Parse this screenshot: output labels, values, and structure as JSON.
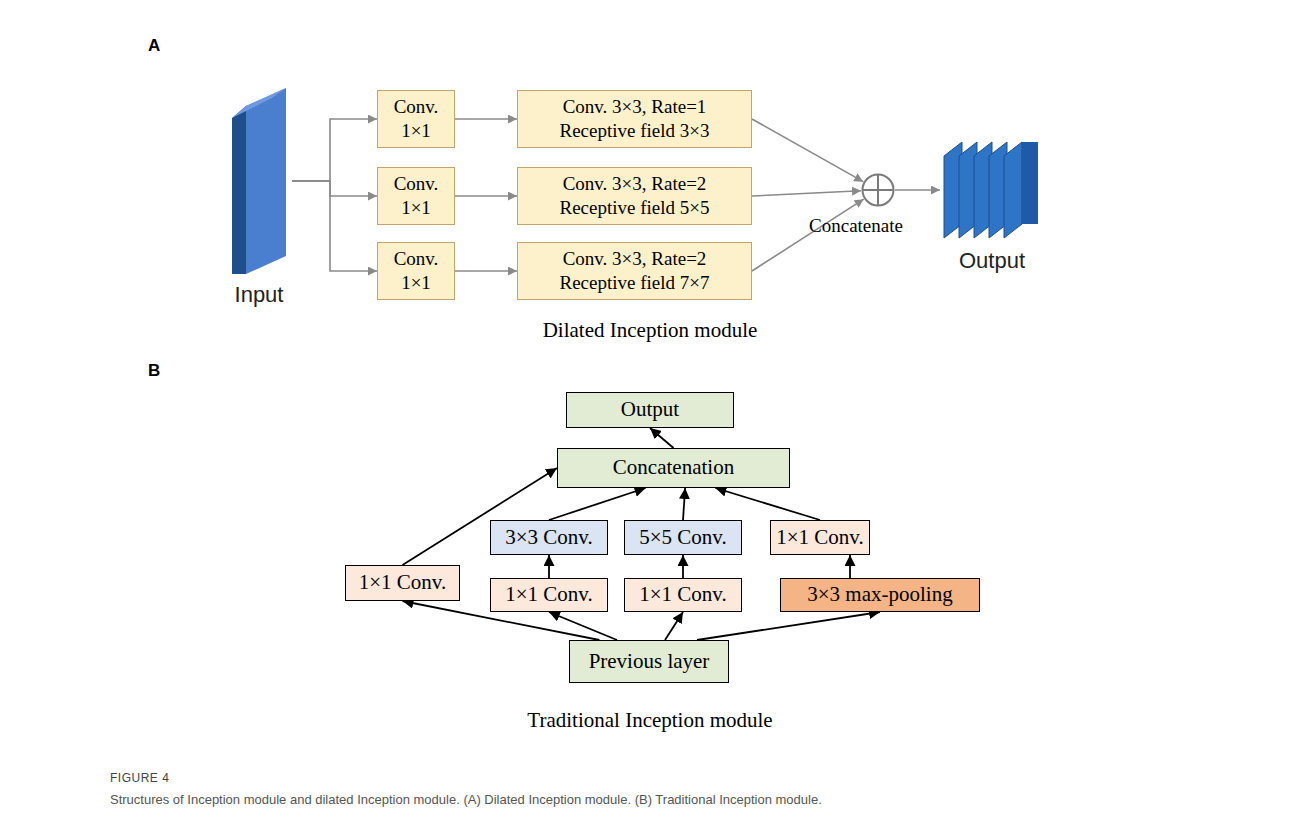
{
  "diagram": {
    "caption": "Structures of Inception module and dilated Inception module. (A) Dilated Inception module. (B) Traditional Inception module.",
    "nodes": [
      {
        "text": [
          "Input"
        ]
      },
      {
        "text": [
          "Conv. 1×1"
        ]
      },
      {
        "text": [
          "Conv. 3×3, Rate=1 Receptive field 3×3"
        ]
      },
      {
        "text": [
          "Conv. 1×1"
        ]
      },
      {
        "text": [
          "Conv. 3×3, Rate=2 Receptive field 5×5"
        ]
      },
      {
        "text": [
          "Conv. 1×1"
        ]
      },
      {
        "text": [
          "Conv. 3×3, Rate=2 Receptive field 7×7"
        ]
      },
      {
        "text": [
          "Concatenate"
        ]
      },
      {
        "text": [
          "Output"
        ]
      },
      {
        "text": [
          "Output"
        ]
      },
      {
        "text": [
          "Concatenation"
        ]
      },
      {
        "text": [
          "1×1 Conv."
        ]
      },
      {
        "text": [
          "3×3 Conv."
        ]
      },
      {
        "text": [
          "5×5 Conv."
        ]
      },
      {
        "text": [
          "1×1 Conv."
        ]
      },
      {
        "text": [
          "1×1 Conv."
        ]
      },
      {
        "text": [
          "1×1 Conv."
        ]
      },
      {
        "text": [
          "3×3 max-pooling"
        ]
      },
      {
        "text": [
          "Previous layer"
        ]
      }
    ],
    "edges": [
      {
        "from": 0,
        "to": 1,
        "arrow": "to"
      },
      {
        "from": 0,
        "to": 3,
        "arrow": "to"
      },
      {
        "from": 0,
        "to": 5,
        "arrow": "to"
      },
      {
        "from": 1,
        "to": 2,
        "arrow": "to"
      },
      {
        "from": 3,
        "to": 4,
        "arrow": "to"
      },
      {
        "from": 5,
        "to": 6,
        "arrow": "to"
      },
      {
        "from": 2,
        "to": 7,
        "arrow": "to"
      },
      {
        "from": 4,
        "to": 7,
        "arrow": "to"
      },
      {
        "from": 6,
        "to": 7,
        "arrow": "to"
      },
      {
        "from": 7,
        "to": 8,
        "arrow": "to"
      },
      {
        "from": 18,
        "to": 11,
        "arrow": "to"
      },
      {
        "from": 18,
        "to": 15,
        "arrow": "to"
      },
      {
        "from": 18,
        "to": 16,
        "arrow": "to"
      },
      {
        "from": 18,
        "to": 17,
        "arrow": "to"
      },
      {
        "from": 15,
        "to": 12,
        "arrow": "to"
      },
      {
        "from": 16,
        "to": 13,
        "arrow": "to"
      },
      {
        "from": 17,
        "to": 14,
        "arrow": "to"
      },
      {
        "from": 11,
        "to": 10,
        "arrow": "to"
      },
      {
        "from": 12,
        "to": 10,
        "arrow": "to"
      },
      {
        "from": 13,
        "to": 10,
        "arrow": "to"
      },
      {
        "from": 14,
        "to": 10,
        "arrow": "to"
      },
      {
        "from": 10,
        "to": 9,
        "arrow": "to"
      }
    ],
    "labels": [
      "A",
      "Dilated Inception module",
      "B",
      "Traditional Inception module",
      "FIGURE 4"
    ]
  }
}
